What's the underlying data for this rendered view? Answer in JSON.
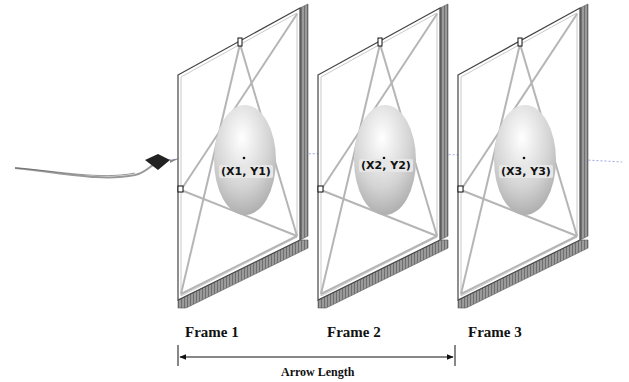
{
  "diagram": {
    "labels": [
      "(X1, Y1)",
      "(X2, Y2)",
      "(X3, Y3)",
      "Frame 1",
      "Frame 2",
      "Frame 3",
      "Arrow Length"
    ]
  }
}
